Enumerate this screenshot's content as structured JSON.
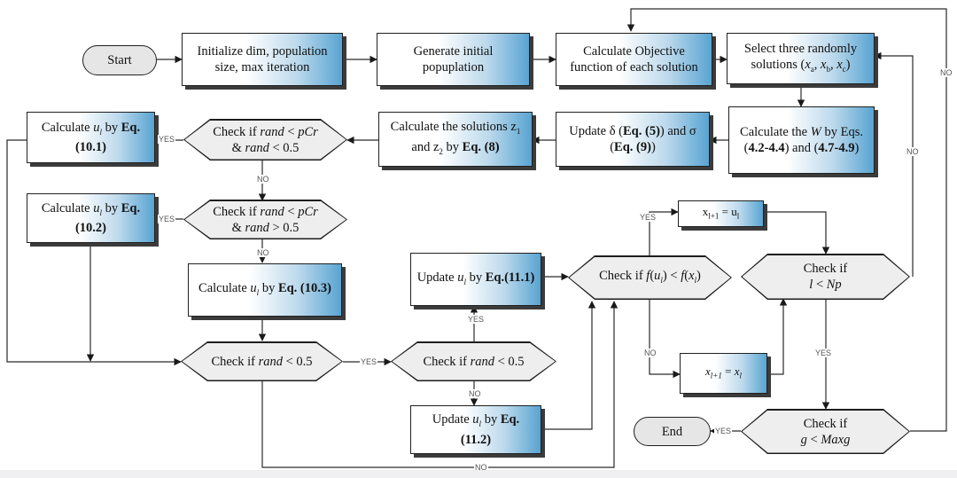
{
  "nodes": {
    "start": "Start",
    "init": "Initialize dim, population size, max iteration",
    "generate": "Generate initial popuplation",
    "objective": "Calculate Objective function of each solution",
    "select_three": "Select three randomly solutions (xa, xb, xc)",
    "calc_w": "Calculate the W by Eqs.(4.2-4.4) and (4.7-4.9)",
    "update_delta": "Update δ (Eq. (5)) and σ (Eq. (9))",
    "calc_z": "Calculate the solutions z1 and z2 by Eq. (8)",
    "check_1": "Check if rand < pCr & rand < 0.5",
    "calc_u_101": "Calculate ul by Eq. (10.1)",
    "check_2": "Check if rand < pCr & rand > 0.5",
    "calc_u_102": "Calculate ul by Eq. (10.2)",
    "calc_u_103": "Calculate ul by Eq. (10.3)",
    "check_3": "Check if rand < 0.5",
    "check_4": "Check if rand < 0.5",
    "update_111": "Update ul by Eq.(11.1)",
    "update_112": "Update ul by Eq. (11.2)",
    "check_f": "Check if f(ul) < f(xl)",
    "assign_u": "xl+1 = ul",
    "assign_x": "xl+1 = xl",
    "check_np": "Check if l < Np",
    "check_maxg": "Check if g < Maxg",
    "end": "End"
  },
  "labels": {
    "yes": "YES",
    "no": "NO"
  }
}
